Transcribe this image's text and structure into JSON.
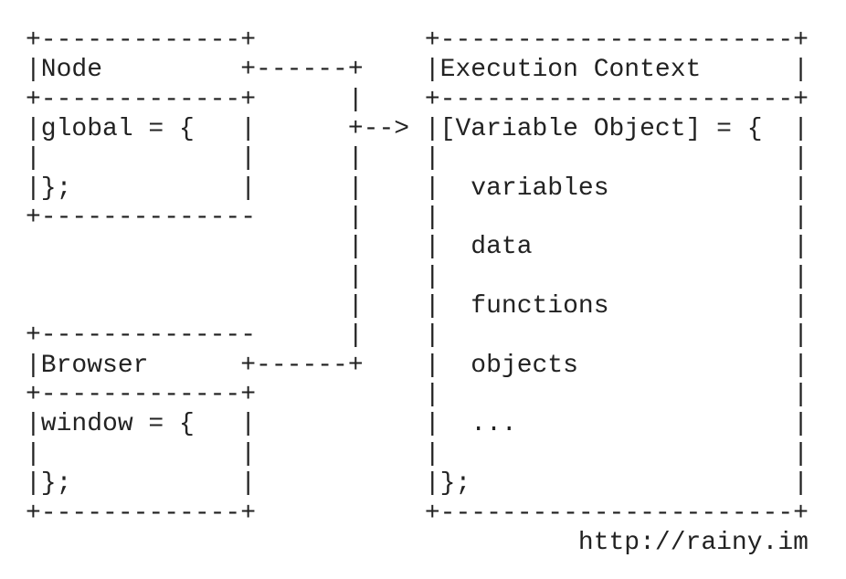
{
  "colors": {
    "background": "#ffffff",
    "ink": "#222222"
  },
  "labels": {
    "left_box_top": "Node",
    "left_box_top_code": [
      "global = {",
      "};"
    ],
    "left_box_bottom": "Browser",
    "left_box_bottom_code": [
      "window = {",
      "};"
    ],
    "right_box_title": "Execution Context",
    "right_box_code": [
      "[Variable Object] = {",
      "variables",
      "data",
      "functions",
      "objects",
      "...",
      "};"
    ],
    "source_url": "http://rainy.im"
  },
  "ascii": {
    "lines": [
      "+-------------+           +-----------------------+",
      "|Node         +------+    |Execution Context      |",
      "+-------------+      |    +-----------------------+",
      "|global = {   |      +--> |[Variable Object] = {  |",
      "|             |      |    |                       |",
      "|};           |      |    |  variables            |",
      "+--------------      |    |                       |",
      "                     |    |  data                 |",
      "                     |    |                       |",
      "                     |    |  functions            |",
      "+--------------      |    |                       |",
      "|Browser      +------+    |  objects              |",
      "+-------------+           |                       |",
      "|window = {   |           |  ...                  |",
      "|             |           |                       |",
      "|};           |           |};                     |",
      "+-------------+           +-----------------------+",
      "                                    http://rainy.im"
    ]
  }
}
